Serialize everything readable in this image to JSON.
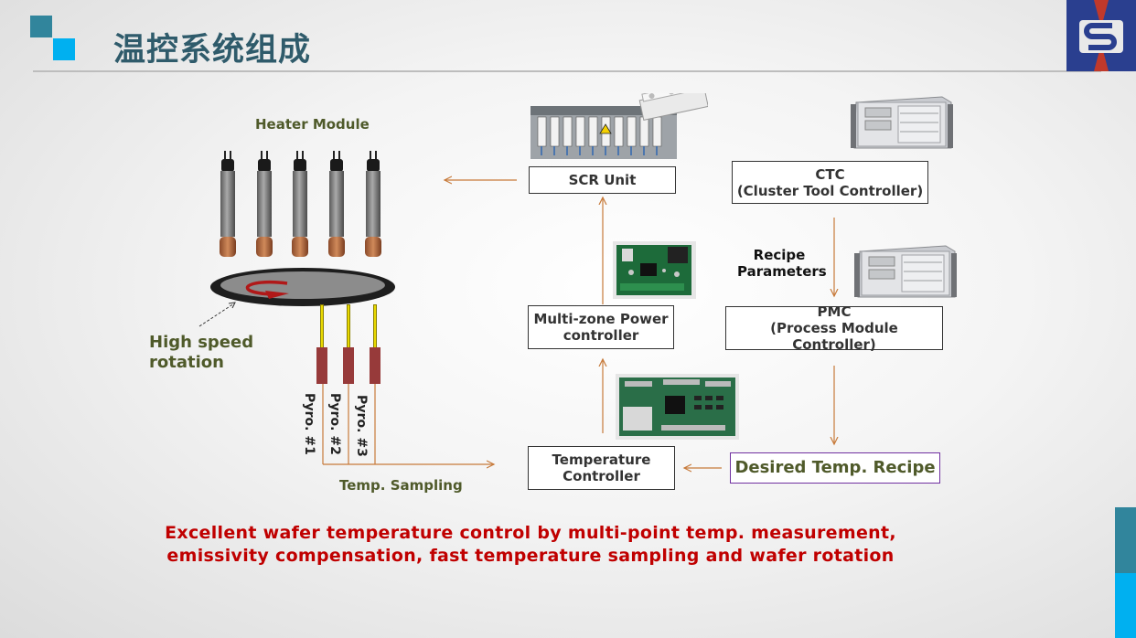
{
  "header": {
    "title": "温控系统组成"
  },
  "diagram": {
    "heater_label": "Heater Module",
    "rotation_label": "High speed\nrotation",
    "pyro_labels": [
      "Pyro. #1",
      "Pyro. #2",
      "Pyro. #3"
    ],
    "sampling_label": "Temp. Sampling",
    "scr_unit": "SCR Unit",
    "ctc": "CTC\n(Cluster Tool Controller)",
    "recipe_params": "Recipe\nParameters",
    "power_controller": "Multi-zone Power\ncontroller",
    "pmc": "PMC\n(Process Module Controller)",
    "temp_controller": "Temperature\nController",
    "desired_recipe": "Desired Temp. Recipe"
  },
  "footer": {
    "line1": "Excellent wafer temperature control by multi-point temp. measurement,",
    "line2": "emissivity compensation, fast temperature sampling and wafer rotation"
  },
  "colors": {
    "title": "#2f5b6b",
    "arrow": "#c77a3a",
    "tagline": "#c00000",
    "accent_blue": "#00b0f0",
    "accent_teal": "#31859c"
  }
}
